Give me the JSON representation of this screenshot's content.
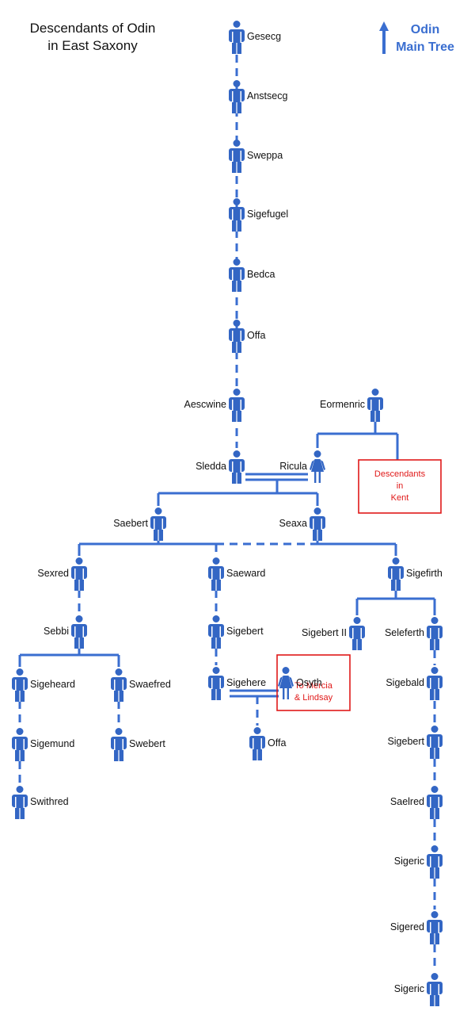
{
  "title": {
    "line1": "Descendants of Odin",
    "line2": "in East Saxony"
  },
  "nav": {
    "line1": "Odin",
    "line2": "Main Tree"
  },
  "colors": {
    "figure": "#3366c4",
    "line": "#3a6ed0",
    "box": "#e01919",
    "title": "#111111"
  },
  "people": [
    {
      "id": "gesecg",
      "name": "Gesecg",
      "sex": "male"
    },
    {
      "id": "anstsecg",
      "name": "Anstsecg",
      "sex": "male"
    },
    {
      "id": "sweppa",
      "name": "Sweppa",
      "sex": "male"
    },
    {
      "id": "sigefugel",
      "name": "Sigefugel",
      "sex": "male"
    },
    {
      "id": "bedca",
      "name": "Bedca",
      "sex": "male"
    },
    {
      "id": "offa1",
      "name": "Offa",
      "sex": "male"
    },
    {
      "id": "aescwine",
      "name": "Aescwine",
      "sex": "male"
    },
    {
      "id": "eormenric",
      "name": "Eormenric",
      "sex": "male"
    },
    {
      "id": "sledda",
      "name": "Sledda",
      "sex": "male"
    },
    {
      "id": "ricula",
      "name": "Ricula",
      "sex": "female"
    },
    {
      "id": "saebert",
      "name": "Saebert",
      "sex": "male"
    },
    {
      "id": "seaxa",
      "name": "Seaxa",
      "sex": "male"
    },
    {
      "id": "sexred",
      "name": "Sexred",
      "sex": "male"
    },
    {
      "id": "saeward",
      "name": "Saeward",
      "sex": "male"
    },
    {
      "id": "sigefirth",
      "name": "Sigefirth",
      "sex": "male"
    },
    {
      "id": "sebbi",
      "name": "Sebbi",
      "sex": "male"
    },
    {
      "id": "sigebert1",
      "name": "Sigebert",
      "sex": "male"
    },
    {
      "id": "sigebert2",
      "name": "Sigebert II",
      "sex": "male"
    },
    {
      "id": "seleferth",
      "name": "Seleferth",
      "sex": "male"
    },
    {
      "id": "sigeheard",
      "name": "Sigeheard",
      "sex": "male"
    },
    {
      "id": "swaefred",
      "name": "Swaefred",
      "sex": "male"
    },
    {
      "id": "sigehere",
      "name": "Sigehere",
      "sex": "male"
    },
    {
      "id": "osyth",
      "name": "Osyth",
      "sex": "female"
    },
    {
      "id": "sigebald",
      "name": "Sigebald",
      "sex": "male"
    },
    {
      "id": "sigemund",
      "name": "Sigemund",
      "sex": "male"
    },
    {
      "id": "swebert",
      "name": "Swebert",
      "sex": "male"
    },
    {
      "id": "offa2",
      "name": "Offa",
      "sex": "male"
    },
    {
      "id": "sigebert3",
      "name": "Sigebert",
      "sex": "male"
    },
    {
      "id": "swithred",
      "name": "Swithred",
      "sex": "male"
    },
    {
      "id": "saelred",
      "name": "Saelred",
      "sex": "male"
    },
    {
      "id": "sigeric1",
      "name": "Sigeric",
      "sex": "male"
    },
    {
      "id": "sigered",
      "name": "Sigered",
      "sex": "male"
    },
    {
      "id": "sigeric2",
      "name": "Sigeric",
      "sex": "male"
    }
  ],
  "boxes": [
    {
      "id": "kent",
      "lines": [
        "Descendants",
        "in",
        "Kent"
      ]
    },
    {
      "id": "mercia",
      "lines": [
        "To Mercia",
        "& Lindsay"
      ]
    }
  ]
}
